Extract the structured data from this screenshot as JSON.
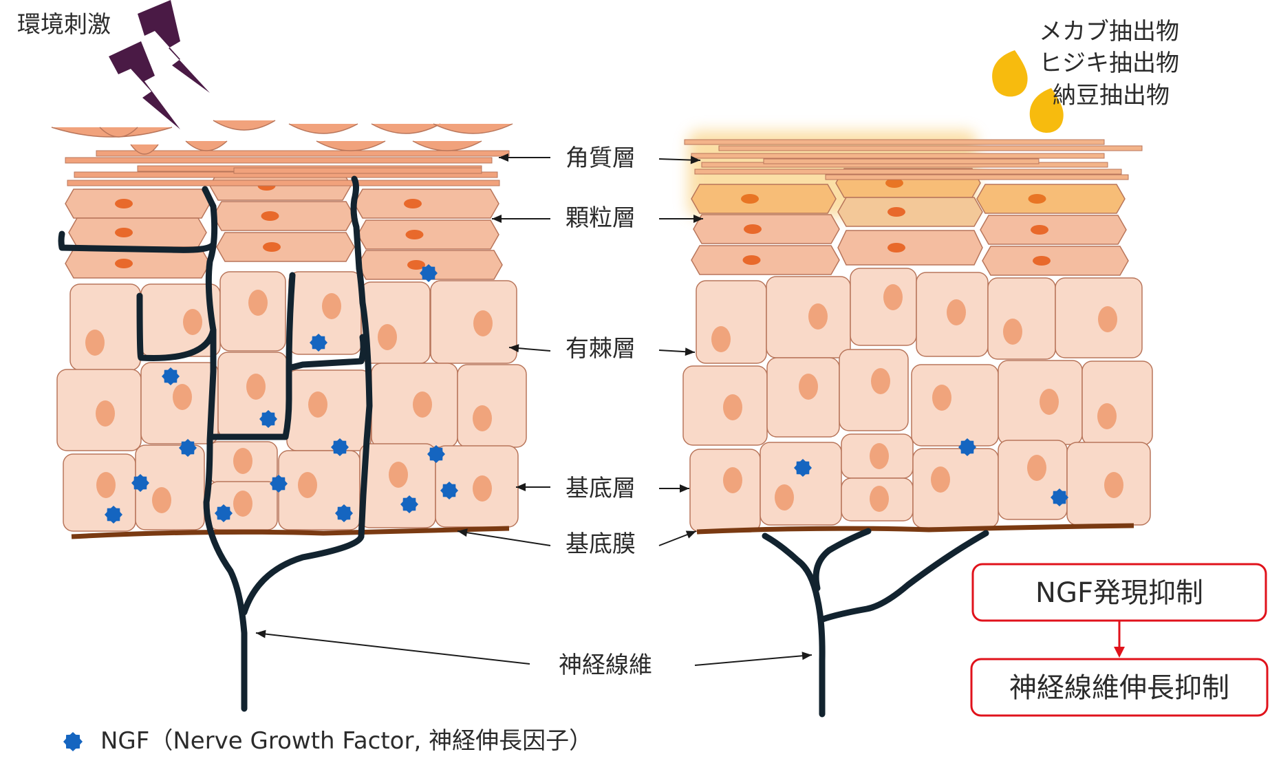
{
  "stimulus": {
    "label": "環境刺激"
  },
  "extracts": {
    "lines": [
      "メカブ抽出物",
      "ヒジキ抽出物",
      "納豆抽出物"
    ],
    "drop_color": "#f7bb0e"
  },
  "layers": {
    "stratum_corneum": "角質層",
    "stratum_granulosum": "顆粒層",
    "stratum_spinosum": "有棘層",
    "stratum_basale": "基底層",
    "basement_membrane": "基底膜",
    "nerve_fiber": "神経線維"
  },
  "outcome": {
    "box1": "NGF発現抑制",
    "box2": "神経線維伸長抑制",
    "border_color": "#e0121b"
  },
  "legend": {
    "ngf": "NGF（Nerve Growth Factor, 神経伸長因子）"
  },
  "colors": {
    "cell_fill": "#f9d9c8",
    "cell_stroke": "#b8755a",
    "nucleus": "#f0a47c",
    "granular_fill": "#f4bda0",
    "granular_nucleus": "#e8692b",
    "corneum": "#f1a27c",
    "nerve": "#12232f",
    "ngf": "#1565c0",
    "membrane": "#7a3a12",
    "lightning": "#4a1a45",
    "glow": "#f8c55f"
  }
}
